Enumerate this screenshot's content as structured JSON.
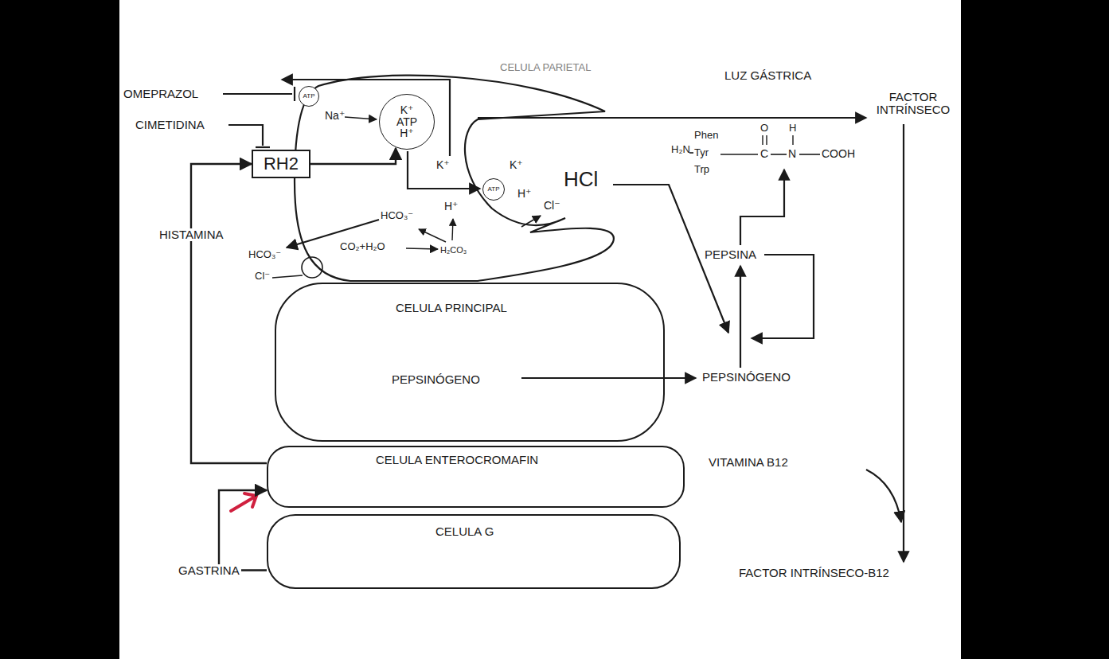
{
  "diagram": {
    "nodes": [
      {
        "text": [
          "CELULA PARIETAL"
        ]
      },
      {
        "text": [
          "RH2"
        ]
      },
      {
        "text": [
          "ATP"
        ],
        "in": 0
      },
      {
        "text": [
          "K⁺",
          "ATP",
          "H⁺"
        ],
        "in": 0
      },
      {
        "text": [
          "ATP"
        ],
        "in": 0
      },
      {
        "text": [
          "CELULA PRINCIPAL",
          "PEPSINÓGENO"
        ]
      },
      {
        "text": [
          "CELULA ENTEROCROMAFIN"
        ]
      },
      {
        "text": [
          "CELULA G"
        ]
      }
    ],
    "edges": [
      {
        "from": 1,
        "to": 3,
        "arrow": "to"
      },
      {
        "from": 6,
        "to": 1,
        "label": "HISTAMINA",
        "arrow": "to"
      },
      {
        "from": 7,
        "to": 6,
        "label": "GASTRINA",
        "arrow": "to"
      }
    ],
    "labels": [
      "OMEPRAZOL",
      "CIMETIDINA",
      "Na⁺",
      "K⁺",
      "K⁺",
      "H⁺",
      "H⁺",
      "Cl⁻",
      "HCO₃⁻",
      "HCO₃⁻",
      "Cl⁻",
      "CO₂+H₂O",
      "H₂CO₃",
      "HCl",
      "LUZ GÁSTRICA",
      "FACTOR INTRÍNSECO",
      "H₂N",
      "Phen",
      "Tyr",
      "Trp",
      "O",
      "C",
      "H",
      "N",
      "COOH",
      "PEPSINA",
      "PEPSINÓGENO",
      "VITAMINA B12",
      "FACTOR INTRÍNSECO-B12"
    ]
  }
}
